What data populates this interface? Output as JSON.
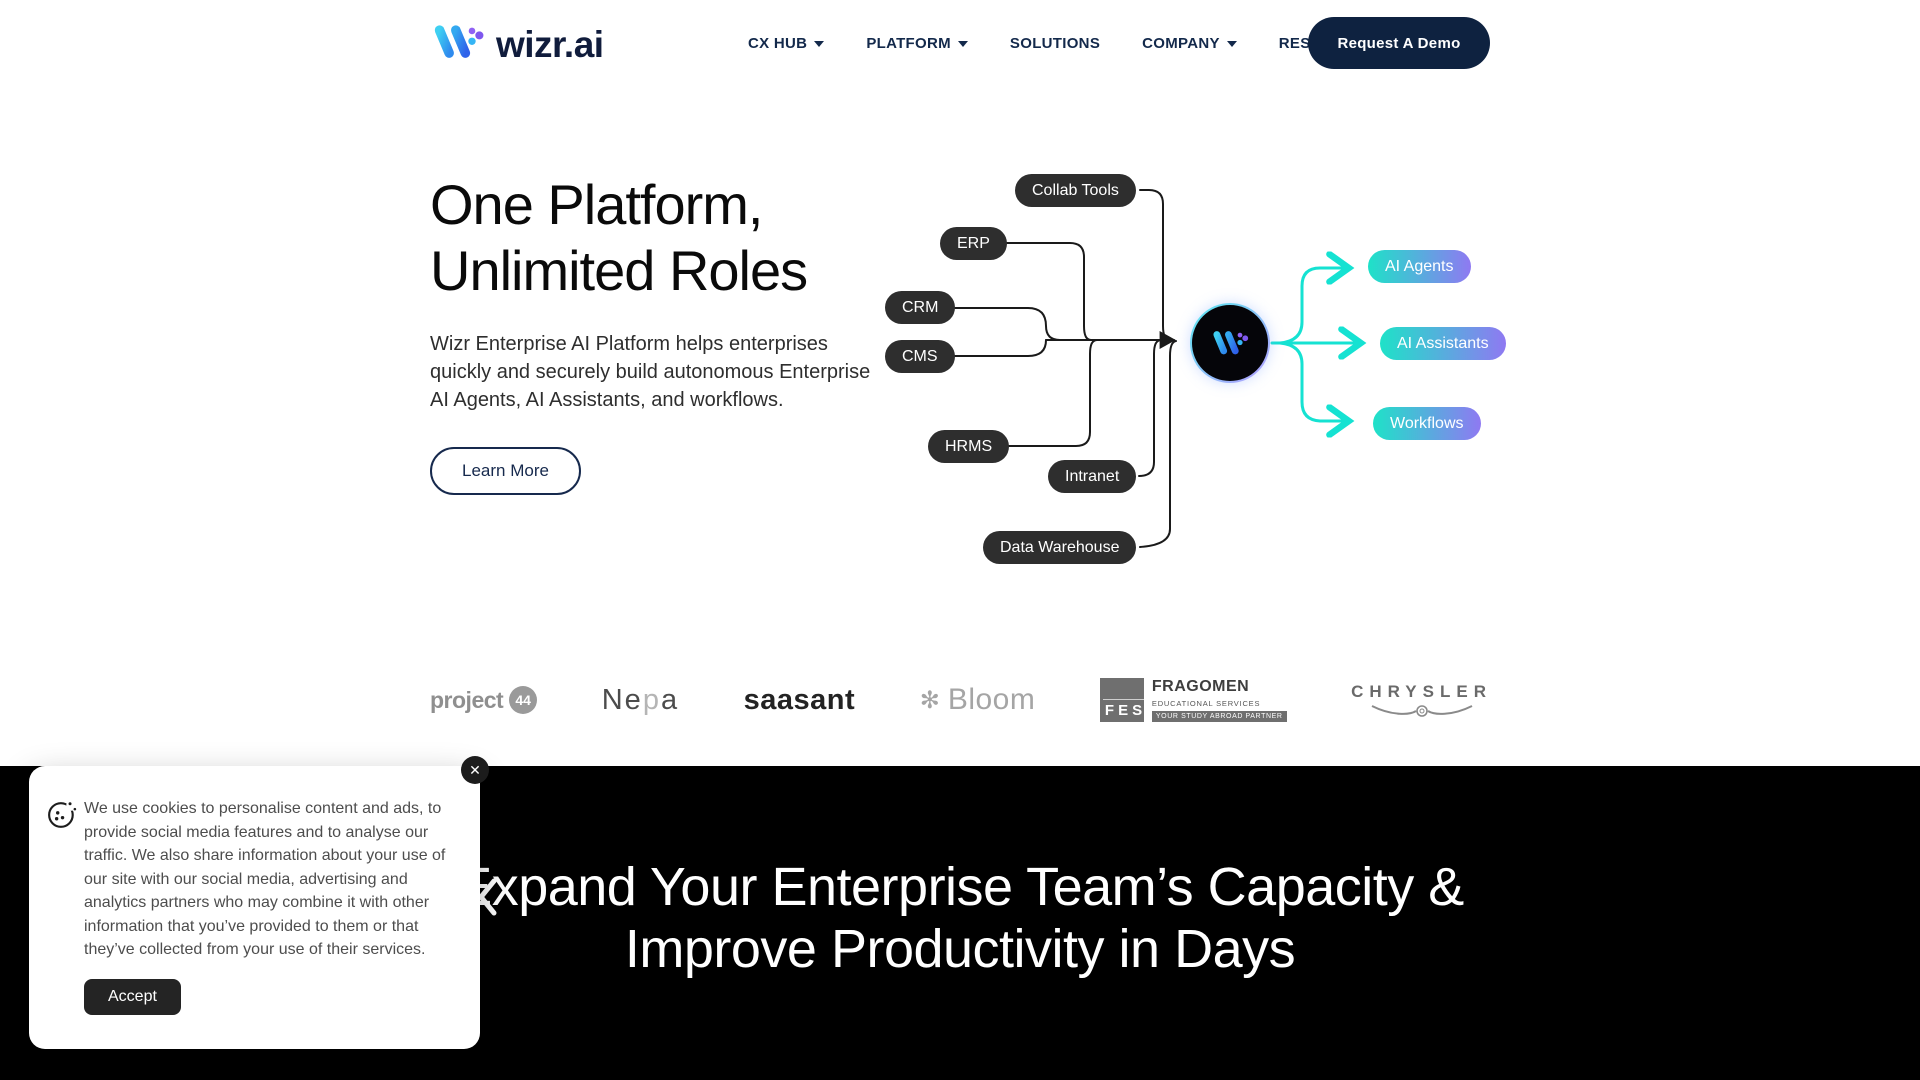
{
  "brand": {
    "name": "wizr.ai"
  },
  "nav": {
    "items": [
      {
        "label": "CX HUB",
        "has_dropdown": true
      },
      {
        "label": "PLATFORM",
        "has_dropdown": true
      },
      {
        "label": "SOLUTIONS",
        "has_dropdown": false
      },
      {
        "label": "COMPANY",
        "has_dropdown": true
      },
      {
        "label": "RESOURCES",
        "has_dropdown": true
      }
    ],
    "cta_label": "Request A Demo"
  },
  "hero": {
    "title_line1": "One Platform,",
    "title_line2": "Unlimited Roles",
    "description": "Wizr Enterprise AI Platform helps enterprises quickly and securely build autonomous Enterprise AI Agents, AI Assistants, and workflows.",
    "cta_label": "Learn More"
  },
  "diagram": {
    "sources": [
      "Collab Tools",
      "ERP",
      "CRM",
      "CMS",
      "HRMS",
      "Intranet",
      "Data Warehouse"
    ],
    "outputs": [
      "AI Agents",
      "AI Assistants",
      "Workflows"
    ],
    "colors": {
      "source_pill": "#2e2e2e",
      "wire": "#1a1a1a",
      "accent_cyan": "#15e2d2",
      "output_gradient_from": "#1ee2c8",
      "output_gradient_to": "#8f79f2"
    }
  },
  "logo_strip": {
    "project44": {
      "name": "project",
      "badge": "44"
    },
    "nepa": {
      "part1": "Ne",
      "part2": "p",
      "part3": "a"
    },
    "saasant": "saasant",
    "bloom": {
      "icon": "✻",
      "name": "Bloom"
    },
    "fragomen": {
      "grid": {
        "f": "F",
        "e": "E",
        "s": "S"
      },
      "title": "FRAGOMEN",
      "subtitle": "EDUCATIONAL SERVICES",
      "tagline": "YOUR STUDY ABROAD PARTNER"
    },
    "chrysler": "CHRYSLER"
  },
  "section2": {
    "title_line1": "Expand Your Enterprise Team’s Capacity &",
    "title_line2": "Improve Productivity in Days"
  },
  "cookie": {
    "message": "We use cookies to personalise content and ads, to provide social media features and to analyse our traffic. We also share information about your use of our site with our social media, advertising and analytics partners who may combine it with other information that you’ve provided to them or that they’ve collected from your use of their services.",
    "accept_label": "Accept",
    "close_label": "✕"
  }
}
